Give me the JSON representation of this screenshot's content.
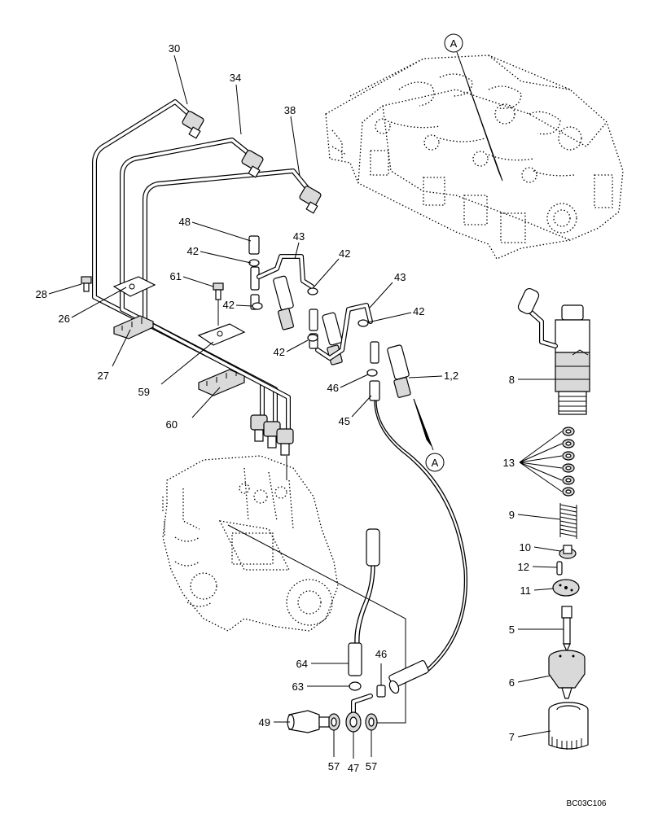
{
  "diagram": {
    "code": "BC03C106",
    "view_marker": "A",
    "callouts": {
      "c30": "30",
      "c34": "34",
      "c38": "38",
      "c48": "48",
      "c43a": "43",
      "c42a": "42",
      "c42b": "42",
      "c61": "61",
      "c28": "28",
      "c42c": "42",
      "c43b": "43",
      "c42d": "42",
      "c26": "26",
      "c42e": "42",
      "c27": "27",
      "c59": "59",
      "c46a": "46",
      "c12x": "1,2",
      "c45": "45",
      "c60": "60",
      "c8": "8",
      "c13": "13",
      "c9": "9",
      "c10": "10",
      "c12": "12",
      "c11": "11",
      "c5": "5",
      "c64": "64",
      "c46b": "46",
      "c63": "63",
      "c6": "6",
      "c49": "49",
      "c7": "7",
      "c57a": "57",
      "c47": "47",
      "c57b": "57"
    }
  }
}
